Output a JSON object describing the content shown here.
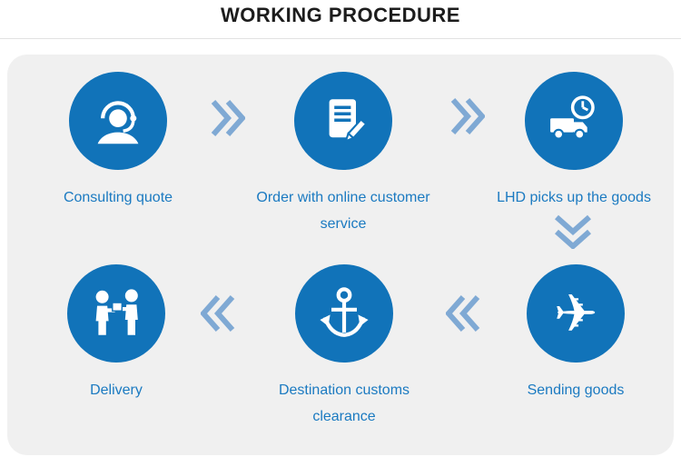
{
  "title": "WORKING PROCEDURE",
  "steps": [
    {
      "label": "Consulting quote",
      "icon": "headset-icon"
    },
    {
      "label": "Order with online customer service",
      "icon": "document-pen-icon"
    },
    {
      "label": "LHD picks up the goods",
      "icon": "truck-clock-icon"
    },
    {
      "label": "Sending goods",
      "icon": "airplane-icon",
      "glyph": "✈"
    },
    {
      "label": "Destination customs clearance",
      "icon": "anchor-icon"
    },
    {
      "label": "Delivery",
      "icon": "people-handoff-icon"
    }
  ],
  "arrows": [
    {
      "direction": "right"
    },
    {
      "direction": "right"
    },
    {
      "direction": "down"
    },
    {
      "direction": "left"
    },
    {
      "direction": "left"
    }
  ],
  "colors": {
    "circle": "#1173b9",
    "label_text": "#1b7ac1",
    "arrow": "#7fa9d4",
    "panel": "#f0f0f0"
  }
}
